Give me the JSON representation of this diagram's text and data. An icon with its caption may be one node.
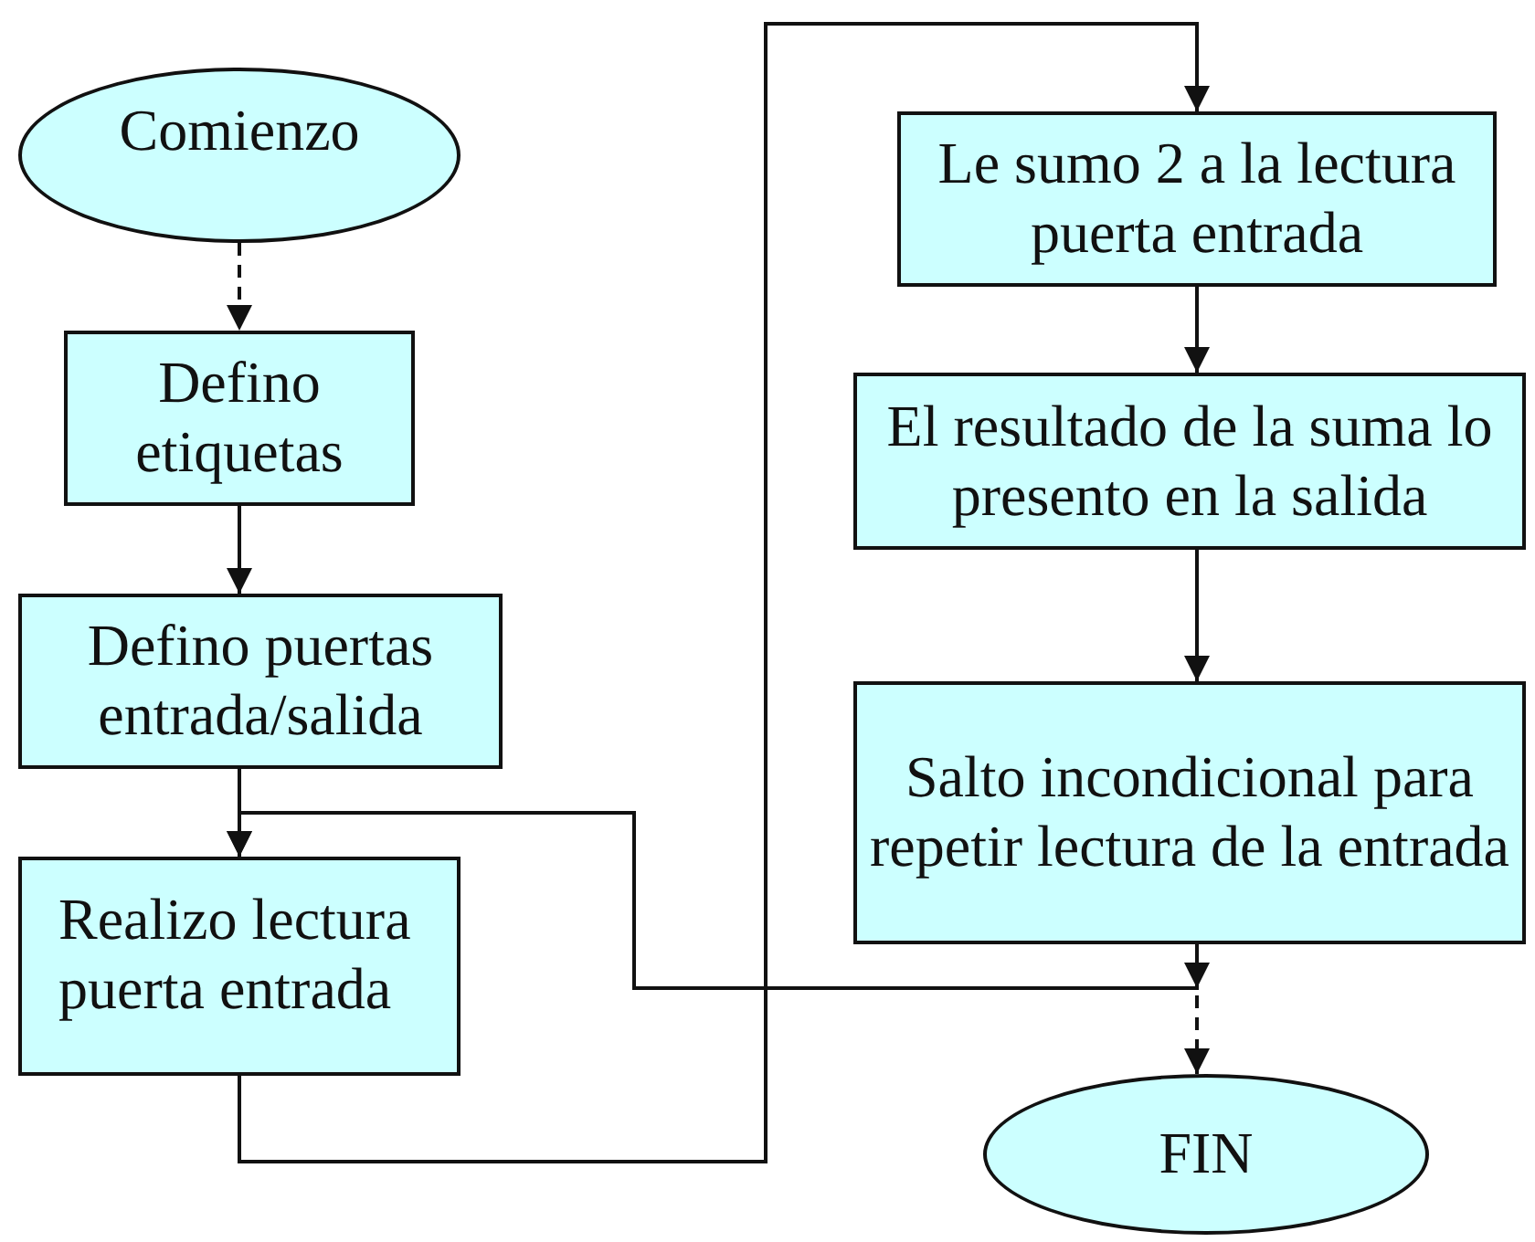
{
  "diagram": {
    "nodes": [
      {
        "text": [
          "Comienzo"
        ]
      },
      {
        "text": [
          "Defino etiquetas"
        ]
      },
      {
        "text": [
          "Defino puertas entrada/salida"
        ]
      },
      {
        "text": [
          "Realizo lectura puerta entrada"
        ]
      },
      {
        "text": [
          "Le sumo 2 a la lectura puerta entrada"
        ]
      },
      {
        "text": [
          "El resultado de la suma lo presento en la salida"
        ]
      },
      {
        "text": [
          "Salto incondicional para repetir lectura de la entrada"
        ]
      },
      {
        "text": [
          "FIN"
        ]
      }
    ],
    "edges": [
      {
        "from": 0,
        "to": 1,
        "arrow": "to",
        "style": "dashed"
      },
      {
        "from": 1,
        "to": 2,
        "arrow": "to"
      },
      {
        "from": 2,
        "to": 3,
        "arrow": "to"
      },
      {
        "from": 3,
        "to": 4,
        "arrow": "to"
      },
      {
        "from": 4,
        "to": 5,
        "arrow": "to"
      },
      {
        "from": 5,
        "to": 6,
        "arrow": "to"
      },
      {
        "from": 6,
        "to": 7,
        "arrow": "to",
        "style": "dashed"
      },
      {
        "from": 6,
        "to": 3,
        "arrow": "to"
      }
    ]
  }
}
